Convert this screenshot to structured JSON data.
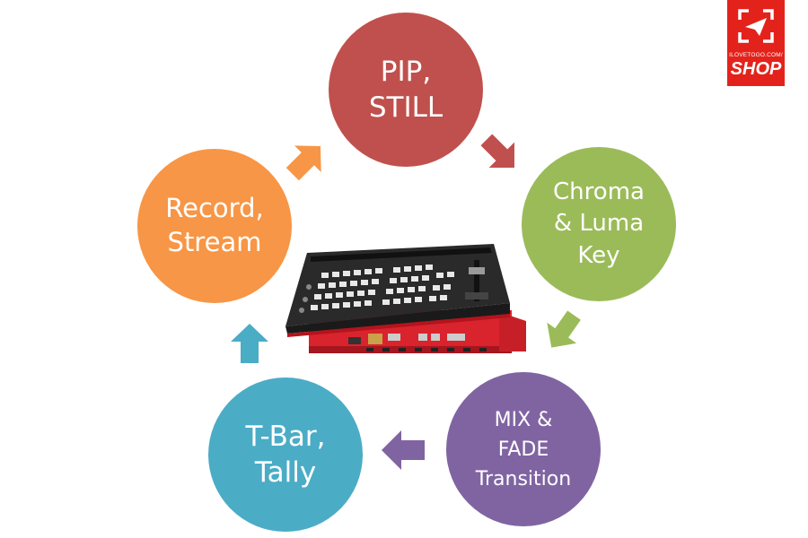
{
  "circles": {
    "pip": {
      "line1": "PIP,",
      "line2": "STILL",
      "color": "#c0504d"
    },
    "chroma": {
      "line1": "Chroma",
      "line2": "& Luma",
      "line3": "Key",
      "color": "#9bbb59"
    },
    "mix": {
      "line1": "MIX &",
      "line2": "FADE",
      "line3": "Transition",
      "color": "#8064a2"
    },
    "tbar": {
      "line1": "T-Bar,",
      "line2": "Tally",
      "color": "#4bacc6"
    },
    "record": {
      "line1": "Record,",
      "line2": "Stream",
      "color": "#f79646"
    }
  },
  "logo": {
    "small_text": "ILOVETOGO.COM/",
    "big_text": "SHOP",
    "color": "#e3231b",
    "icon": "frame-plane-icon"
  },
  "device": {
    "icon": "video-switcher-image"
  }
}
